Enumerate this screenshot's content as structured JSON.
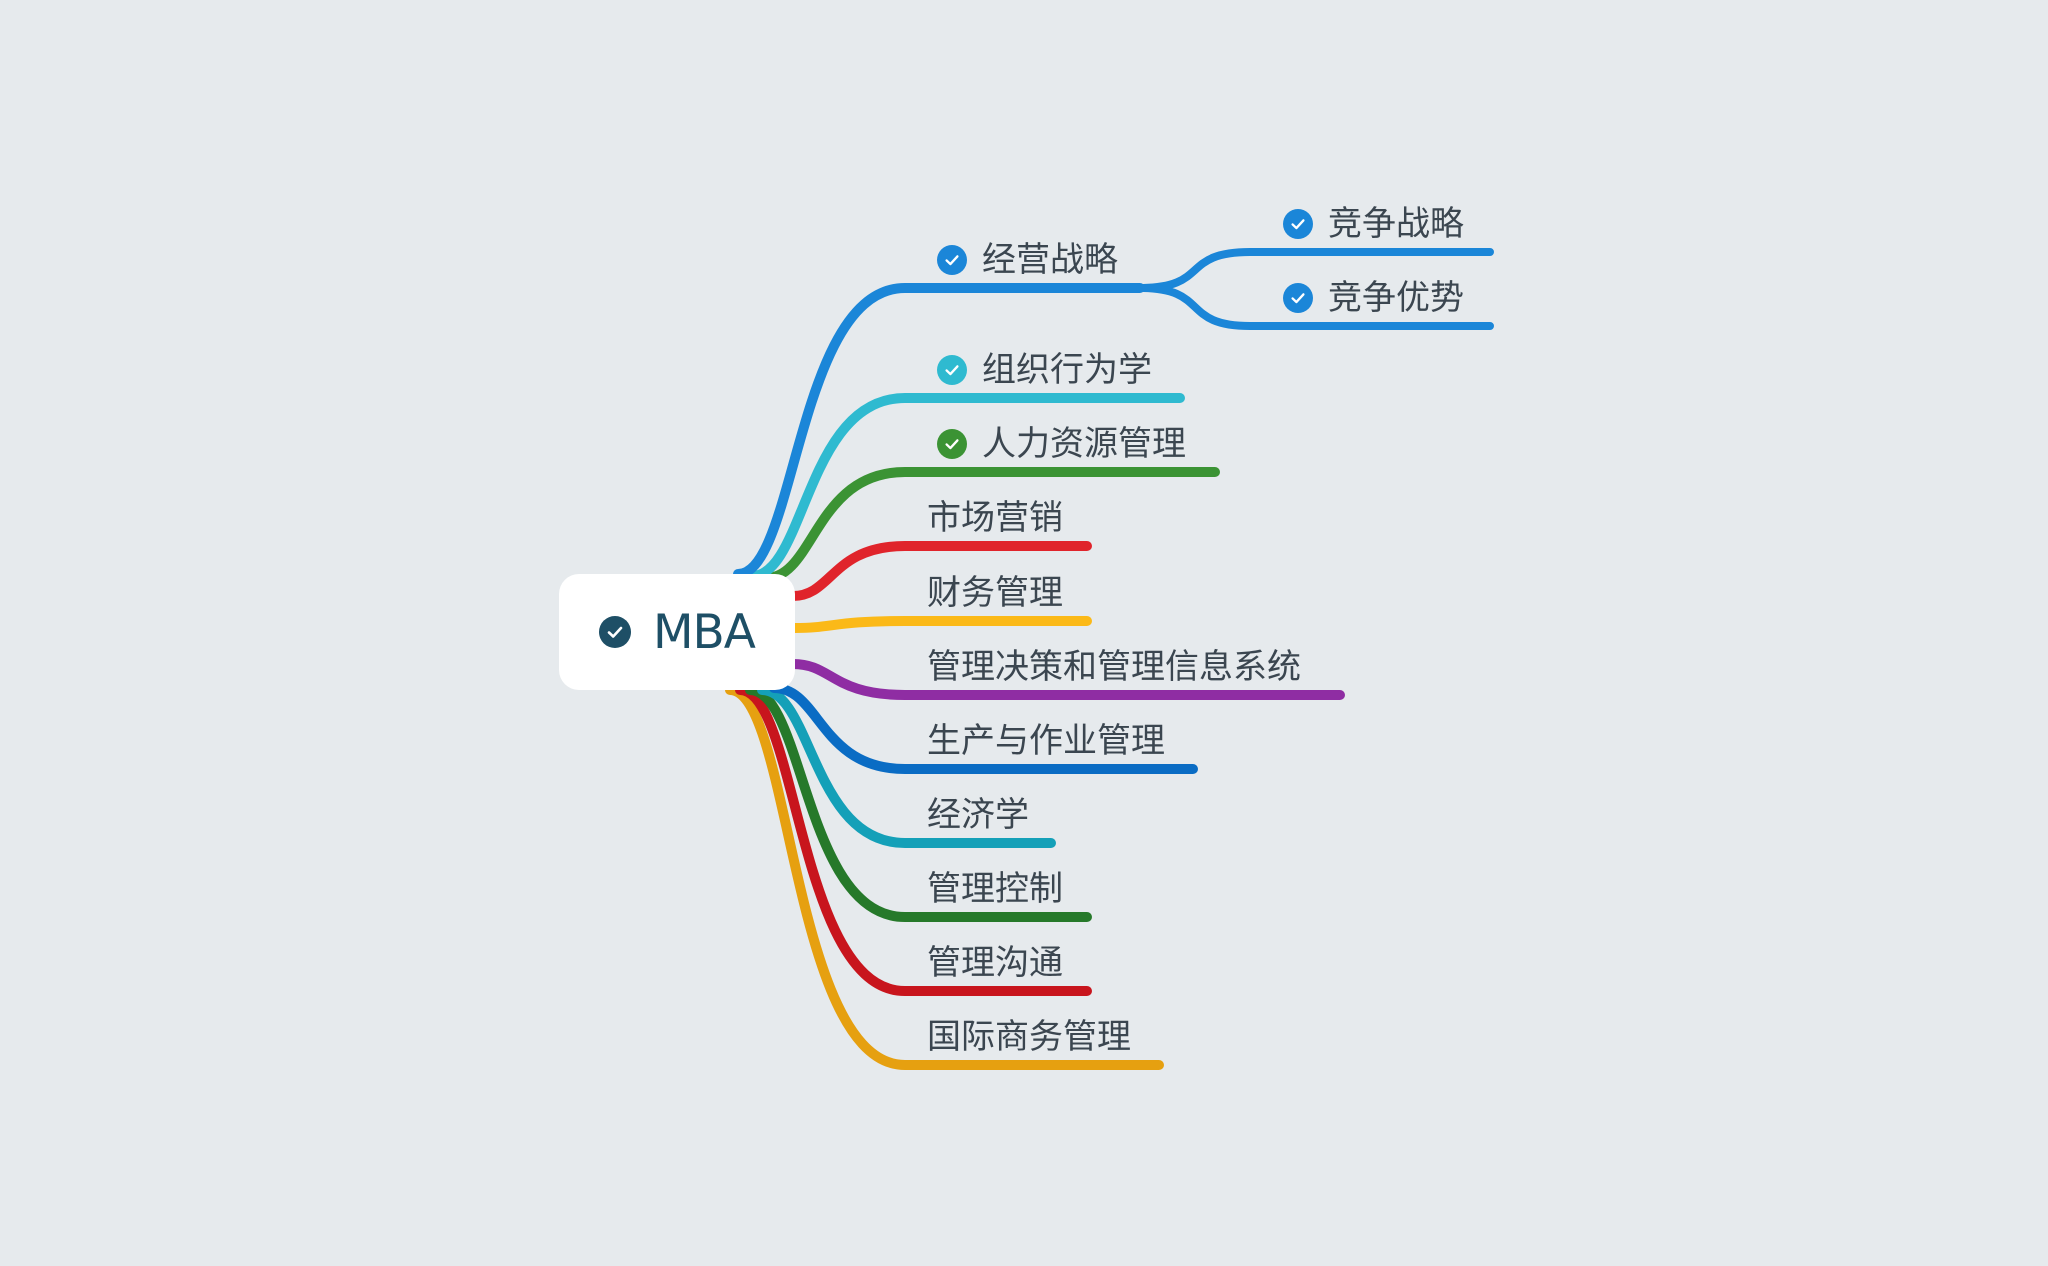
{
  "root": {
    "label": "MBA",
    "icon": "check-circle-icon",
    "color": "#1e4f66"
  },
  "branches": [
    {
      "label": "经营战略",
      "color": "#1b86d8",
      "checked": true,
      "children": [
        {
          "label": "竞争战略",
          "color": "#1b86d8",
          "checked": true
        },
        {
          "label": "竞争优势",
          "color": "#1b86d8",
          "checked": true
        }
      ]
    },
    {
      "label": "组织行为学",
      "color": "#2fbad0",
      "checked": true
    },
    {
      "label": "人力资源管理",
      "color": "#3b9334",
      "checked": true
    },
    {
      "label": "市场营销",
      "color": "#e0242b",
      "checked": false
    },
    {
      "label": "财务管理",
      "color": "#fbb918",
      "checked": false
    },
    {
      "label": "管理决策和管理信息系统",
      "color": "#8f2da3",
      "checked": false
    },
    {
      "label": "生产与作业管理",
      "color": "#0a6cc4",
      "checked": false
    },
    {
      "label": "经济学",
      "color": "#14a0b8",
      "checked": false
    },
    {
      "label": "管理控制",
      "color": "#26792a",
      "checked": false
    },
    {
      "label": "管理沟通",
      "color": "#c8151d",
      "checked": false
    },
    {
      "label": "国际商务管理",
      "color": "#e6a010",
      "checked": false
    }
  ]
}
